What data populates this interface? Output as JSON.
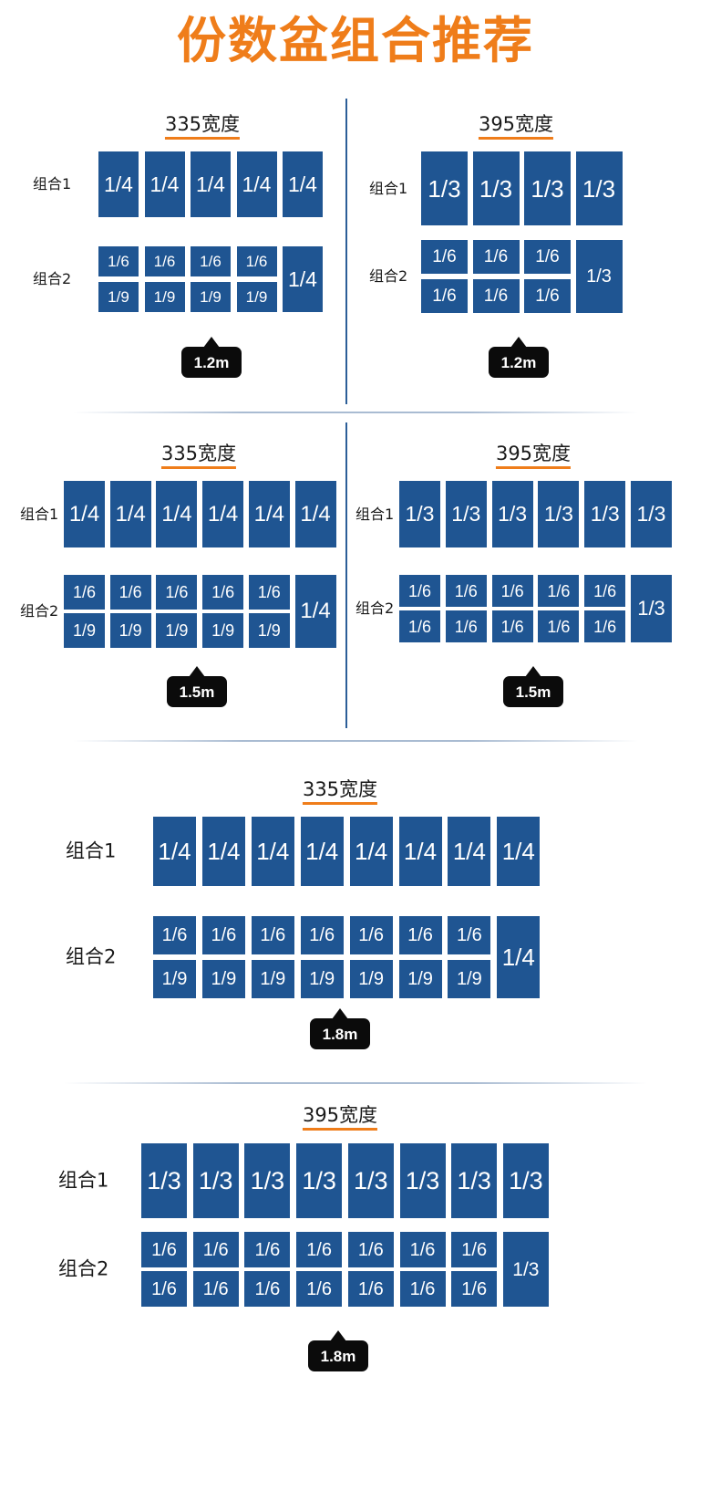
{
  "page": {
    "title": "份数盆组合推荐"
  },
  "sections": [
    {
      "width_label": "335宽度",
      "length_label": "1.2m",
      "combo1": {
        "label": "组合1",
        "tile": "1/4",
        "count": 5
      },
      "combo2": {
        "label": "组合2",
        "top": "1/6",
        "bottom": "1/9",
        "count": 4,
        "end": "1/4"
      }
    },
    {
      "width_label": "395宽度",
      "length_label": "1.2m",
      "combo1": {
        "label": "组合1",
        "tile": "1/3",
        "count": 4
      },
      "combo2": {
        "label": "组合2",
        "top": "1/6",
        "bottom": "1/6",
        "count": 3,
        "end": "1/3"
      }
    },
    {
      "width_label": "335宽度",
      "length_label": "1.5m",
      "combo1": {
        "label": "组合1",
        "tile": "1/4",
        "count": 6
      },
      "combo2": {
        "label": "组合2",
        "top": "1/6",
        "bottom": "1/9",
        "count": 5,
        "end": "1/4"
      }
    },
    {
      "width_label": "395宽度",
      "length_label": "1.5m",
      "combo1": {
        "label": "组合1",
        "tile": "1/3",
        "count": 6
      },
      "combo2": {
        "label": "组合2",
        "top": "1/6",
        "bottom": "1/6",
        "count": 5,
        "end": "1/3"
      }
    },
    {
      "width_label": "335宽度",
      "length_label": "1.8m",
      "combo1": {
        "label": "组合1",
        "tile": "1/4",
        "count": 8
      },
      "combo2": {
        "label": "组合2",
        "top": "1/6",
        "bottom": "1/9",
        "count": 7,
        "end": "1/4"
      }
    },
    {
      "width_label": "395宽度",
      "length_label": "1.8m",
      "combo1": {
        "label": "组合1",
        "tile": "1/3",
        "count": 8
      },
      "combo2": {
        "label": "组合2",
        "top": "1/6",
        "bottom": "1/6",
        "count": 7,
        "end": "1/3"
      }
    }
  ],
  "colors": {
    "title": "#ef7d1a",
    "tile": "#1f5592",
    "badge": "#0b0b0b",
    "underline": "#ef7d1a"
  }
}
